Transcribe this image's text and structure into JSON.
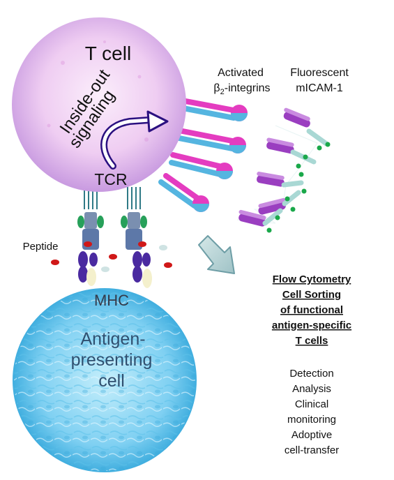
{
  "labels": {
    "t_cell": "T cell",
    "inside_out_line1": "Inside-out",
    "inside_out_line2": "signaling",
    "tcr": "TCR",
    "peptide": "Peptide",
    "mhc": "MHC",
    "apc_line1": "Antigen-",
    "apc_line2": "presenting",
    "apc_line3": "cell",
    "activated_line1": "Activated",
    "integrins_beta": "β",
    "integrins_sub": "2",
    "integrins_rest": "-integrins",
    "fluorescent_line1": "Fluorescent",
    "fluorescent_line2": "mICAM-1"
  },
  "result_title": [
    "Flow Cytometry",
    "Cell Sorting",
    "of functional",
    "antigen-specific",
    "T cells"
  ],
  "applications": [
    "Detection",
    "Analysis",
    "Clinical",
    "monitoring",
    "Adoptive",
    "cell-transfer"
  ],
  "colors": {
    "t_cell_center": "#f7dff7",
    "t_cell_edge": "#cfa0e6",
    "apc_center": "#aee6f8",
    "apc_edge": "#2fa9de",
    "integrin_magenta": "#e43cc0",
    "integrin_blue": "#55b5e0",
    "icam_purple": "#9a3ec0",
    "icam_teal": "#a9d8d4",
    "icam_green": "#1aa84a",
    "mhc_purple": "#4a2aa0",
    "peptide_red": "#d01818",
    "arrow_fill": "#b8d3d3",
    "arrow_stroke": "#6e9ea6"
  }
}
